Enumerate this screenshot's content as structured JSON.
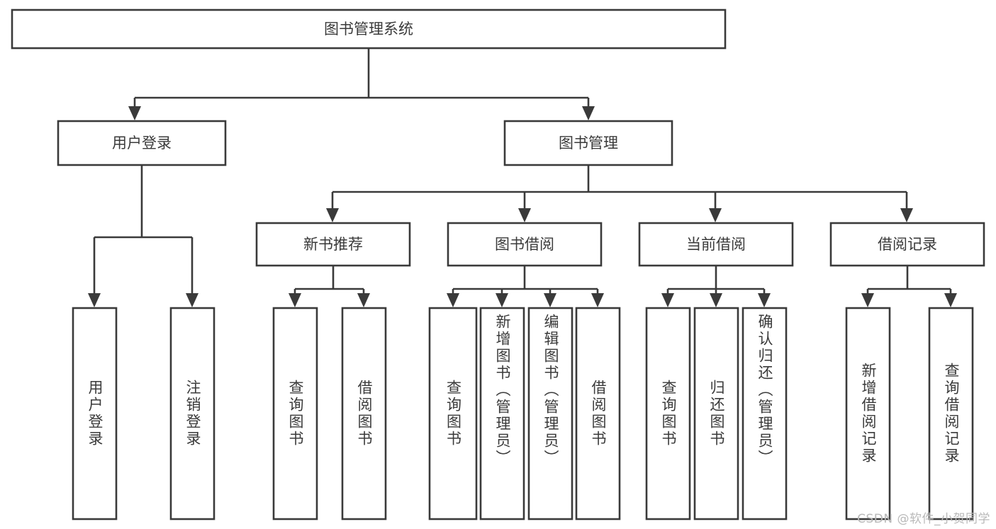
{
  "diagram": {
    "title": "图书管理系统",
    "watermark": "CSDN @软件_小贺同学",
    "colors": {
      "stroke": "#3a3a3a",
      "fill": "#ffffff",
      "text": "#3a3a3a",
      "watermark": "#b9b9b9"
    },
    "root": {
      "label": "图书管理系统"
    },
    "level2": [
      {
        "label": "用户登录"
      },
      {
        "label": "图书管理"
      }
    ],
    "level3": [
      {
        "label": "新书推荐"
      },
      {
        "label": "图书借阅"
      },
      {
        "label": "当前借阅"
      },
      {
        "label": "借阅记录"
      }
    ],
    "leaves_user_login": [
      {
        "label": "用户登录"
      },
      {
        "label": "注销登录"
      }
    ],
    "leaves_new_book": [
      {
        "label": "查询图书"
      },
      {
        "label": "借阅图书"
      }
    ],
    "leaves_book_borrow": [
      {
        "label": "查询图书"
      },
      {
        "label": "新增图书（管理员）"
      },
      {
        "label": "编辑图书（管理员）"
      },
      {
        "label": "借阅图书"
      }
    ],
    "leaves_current_borrow": [
      {
        "label": "查询图书"
      },
      {
        "label": "归还图书"
      },
      {
        "label": "确认归还（管理员）"
      }
    ],
    "leaves_borrow_record": [
      {
        "label": "新增借阅记录"
      },
      {
        "label": "查询借阅记录"
      }
    ]
  }
}
